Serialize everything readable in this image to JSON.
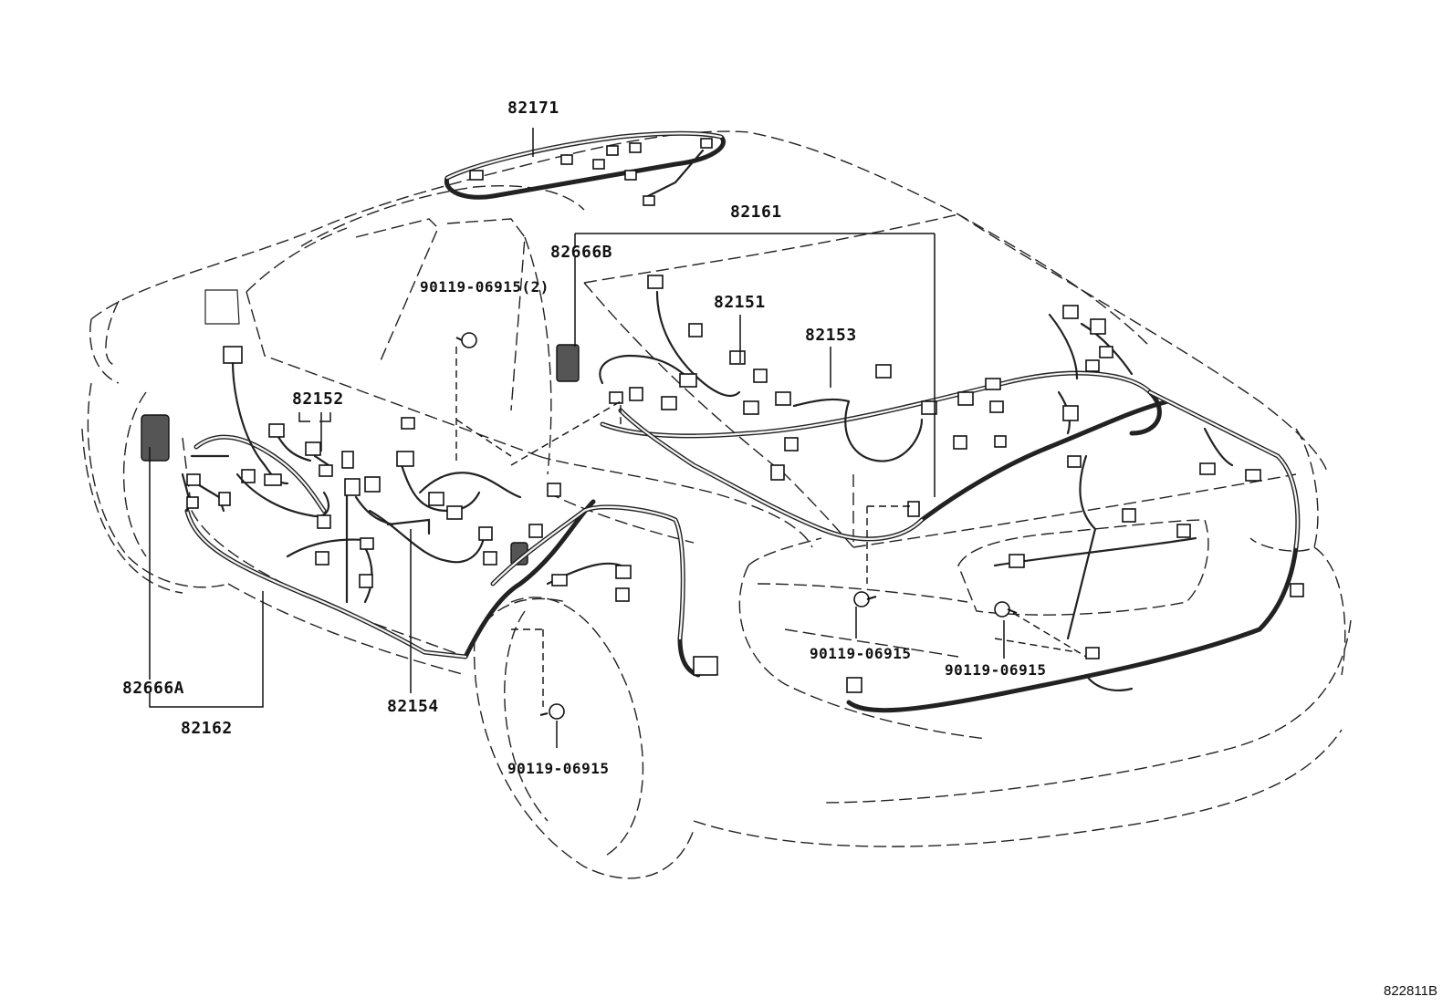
{
  "diagram_id": "822811B",
  "labels": {
    "p82171": "82171",
    "p82161": "82161",
    "p82666B": "82666B",
    "p90119_2": "90119-06915(2)",
    "p82151": "82151",
    "p82153": "82153",
    "p82152": "82152",
    "p82666A": "82666A",
    "p82162": "82162",
    "p82154": "82154",
    "p90119_a": "90119-06915",
    "p90119_b": "90119-06915",
    "p90119_c": "90119-06915"
  }
}
